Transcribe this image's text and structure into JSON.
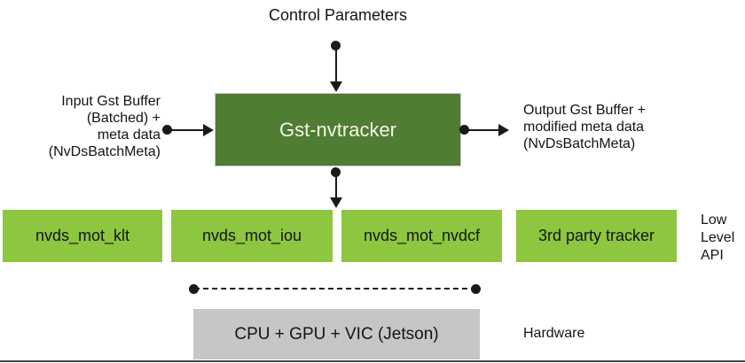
{
  "colors": {
    "dark_green": "#4F7D33",
    "light_green": "#8DC63F",
    "gray": "#C6C6C6",
    "line": "#1A1A1A"
  },
  "control": {
    "label": "Control Parameters"
  },
  "tracker": {
    "label": "Gst-nvtracker"
  },
  "input": {
    "lines": [
      "Input Gst Buffer",
      "(Batched) +",
      "meta data",
      "(NvDsBatchMeta)"
    ]
  },
  "output": {
    "lines": [
      "Output Gst Buffer +",
      "modified meta data",
      "(NvDsBatchMeta)"
    ]
  },
  "low_level": {
    "boxes": [
      "nvds_mot_klt",
      "nvds_mot_iou",
      "nvds_mot_nvdcf",
      "3rd party tracker"
    ],
    "side_label": [
      "Low",
      "Level",
      "API"
    ]
  },
  "hardware": {
    "box_label": "CPU + GPU + VIC (Jetson)",
    "side_label": "Hardware"
  }
}
